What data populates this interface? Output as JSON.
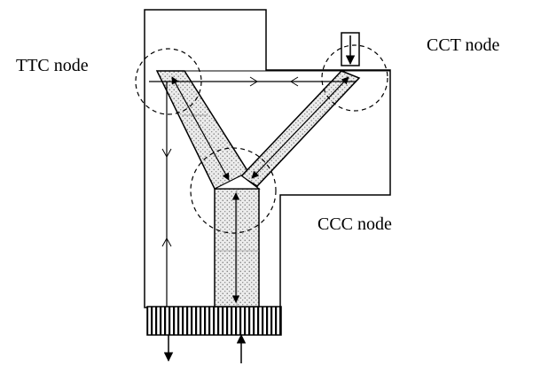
{
  "labels": {
    "ttc": "TTC  node",
    "cct": "CCT  node",
    "ccc": "CCC  node"
  },
  "colors": {
    "line": "#000000",
    "strut_fill": "#e6e6e6",
    "background": "#ffffff"
  }
}
